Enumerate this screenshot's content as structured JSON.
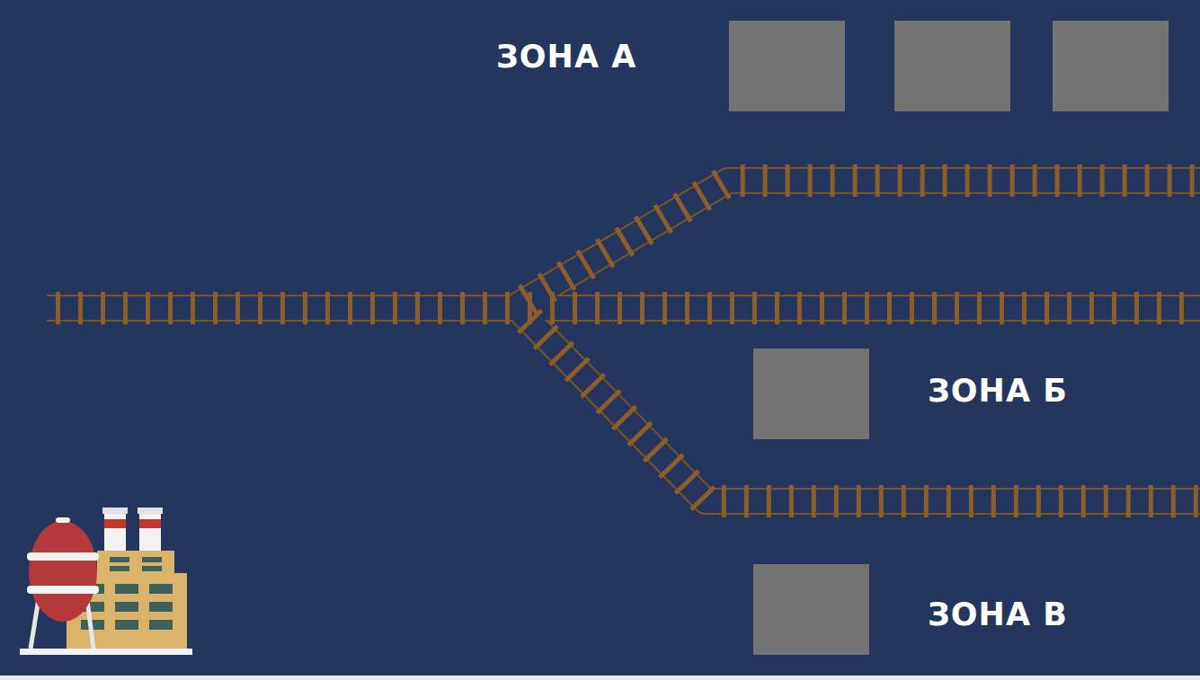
{
  "diagram": {
    "labels": [
      "ЗОНА А",
      "ЗОНА Б",
      "ЗОНА В"
    ]
  }
}
